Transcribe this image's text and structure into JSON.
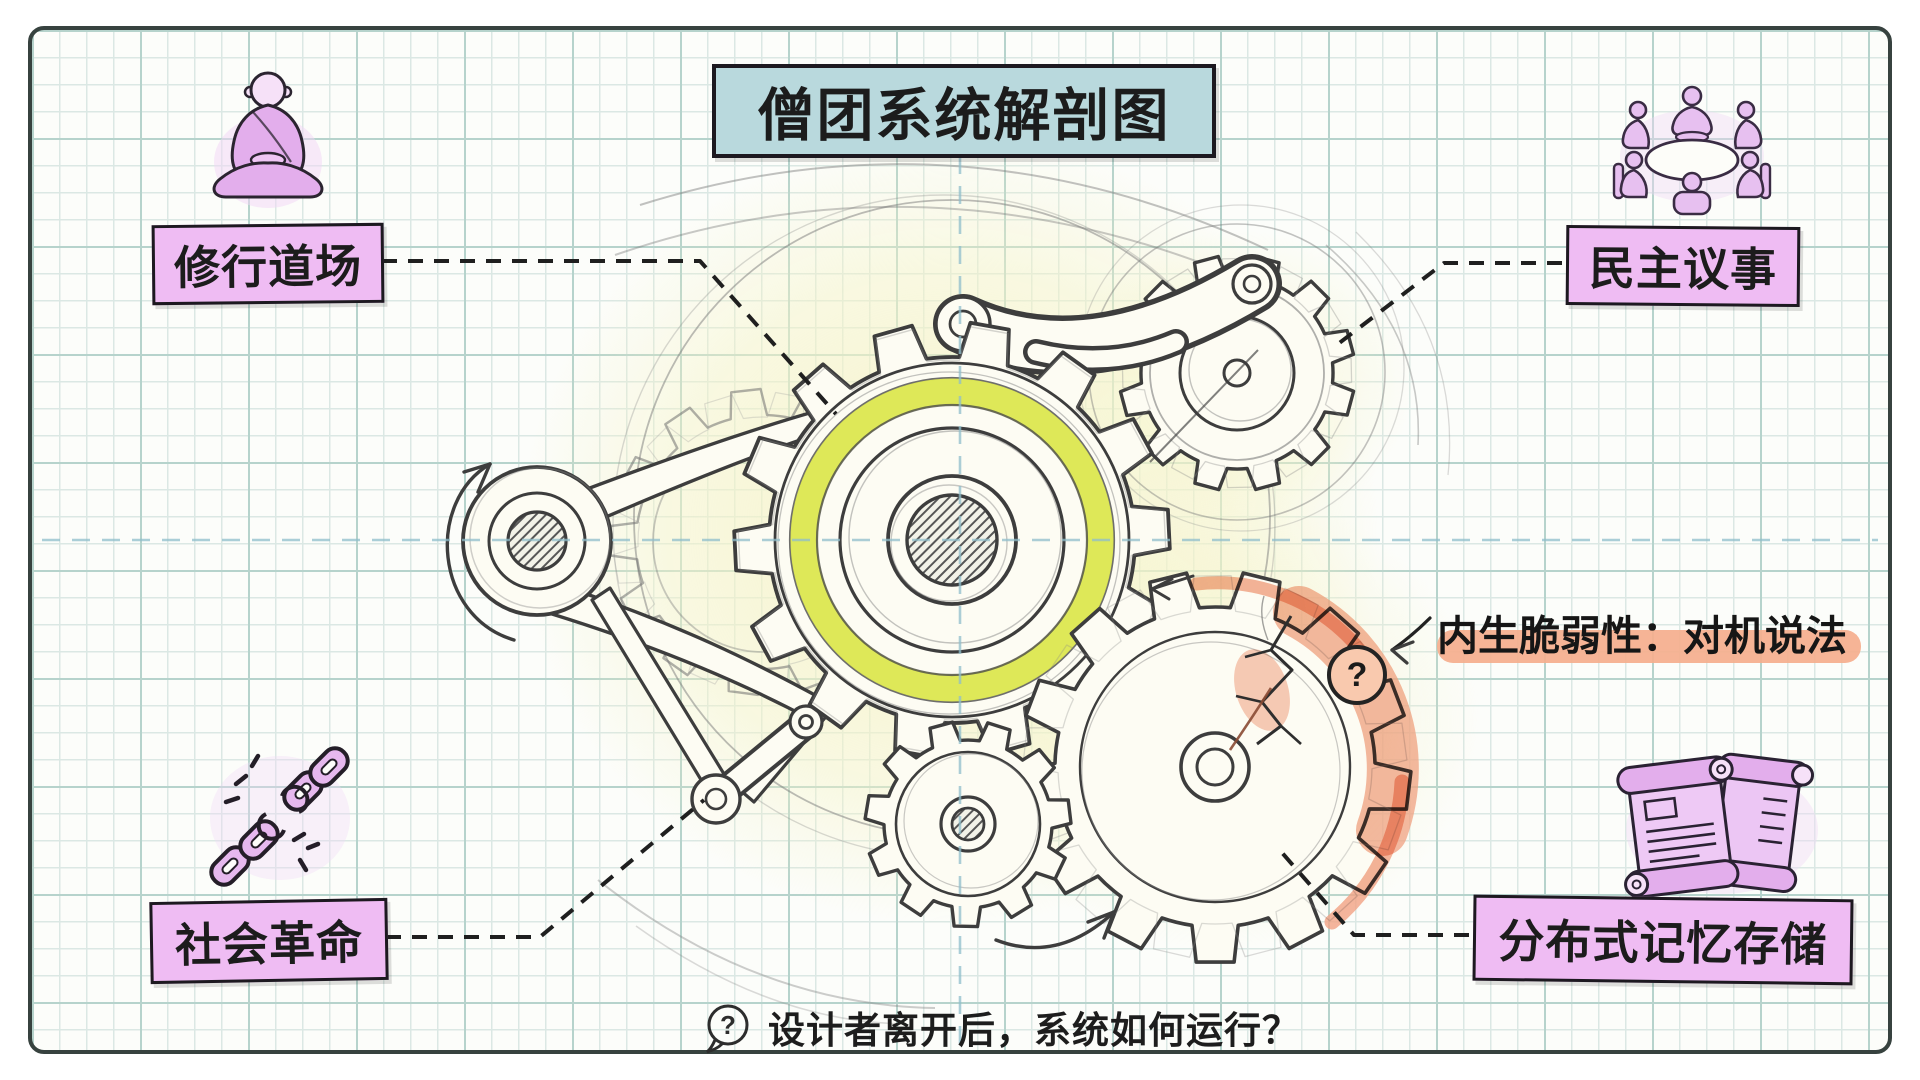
{
  "palette": {
    "teal_box": "#b9d9dd",
    "label_purple": "#efbcf3",
    "icon_purple": "#e3aeec",
    "lime_ring": "#dce74f",
    "orange_accent": "#f1a184",
    "orange_highlight_bar": "#f5ae8d",
    "peach_marker_fill": "#f9c9ae",
    "ink": "#1c1c1c",
    "sketch_gray": "#3d3d3d",
    "paper": "#fcfdfa",
    "grid_minor": "#dbe8e4",
    "grid_major": "#b6d3cc",
    "crosshair_blue": "#8fbecb"
  },
  "title": {
    "text": "僧团系统解剖图"
  },
  "labels": {
    "top_left": {
      "text": "修行道场",
      "icon": "meditating-monk-icon"
    },
    "top_right": {
      "text": "民主议事",
      "icon": "round-table-meeting-icon"
    },
    "bottom_left": {
      "text": "社会革命",
      "icon": "broken-chain-icon"
    },
    "bottom_right": {
      "text": "分布式记忆存储",
      "icon": "scroll-documents-icon"
    }
  },
  "annotation": {
    "marker": "?",
    "text": "内生脆弱性：对机说法"
  },
  "footer_question": {
    "marker": "?",
    "text": "设计者离开后，系统如何运行？"
  }
}
